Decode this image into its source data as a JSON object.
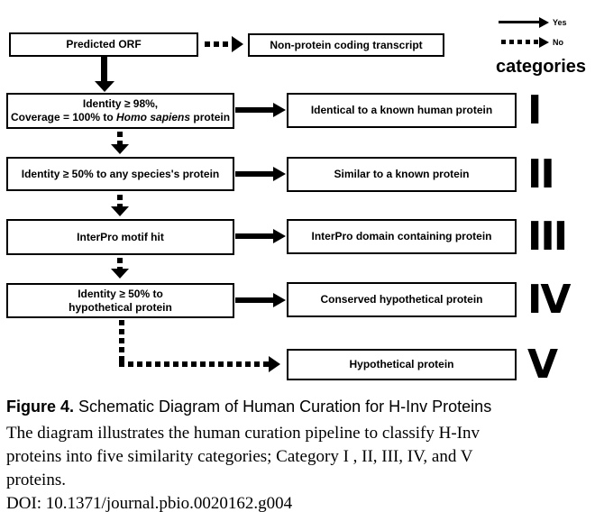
{
  "legend": {
    "yes_label": "Yes",
    "no_label": "No",
    "categories_label": "categories"
  },
  "flow": {
    "start": "Predicted ORF",
    "no_branch_result": "Non-protein coding transcript",
    "rows": [
      {
        "condition_line1": "Identity ≥ 98%,",
        "condition_line2_pre": "Coverage = 100% to ",
        "condition_line2_italic": "Homo sapiens",
        "condition_line2_post": " protein",
        "result": "Identical to a known human protein",
        "category": "I"
      },
      {
        "condition": "Identity ≥ 50% to any species's protein",
        "result": "Similar to a known protein",
        "category": "II"
      },
      {
        "condition": "InterPro motif hit",
        "result": "InterPro domain containing protein",
        "category": "III"
      },
      {
        "condition_line1": "Identity ≥ 50% to",
        "condition_line2": "hypothetical protein",
        "result": "Conserved hypothetical protein",
        "category": "IV"
      },
      {
        "result": "Hypothetical protein",
        "category": "V"
      }
    ]
  },
  "caption": {
    "label": "Figure 4.",
    "title": " Schematic Diagram of Human Curation for H-Inv Proteins",
    "body_lines": [
      "The diagram illustrates the human curation pipeline to classify H-Inv",
      "proteins into five similarity categories; Category I , II, III, IV, and V",
      "proteins."
    ],
    "doi": "DOI: 10.1371/journal.pbio.0020162.g004"
  }
}
